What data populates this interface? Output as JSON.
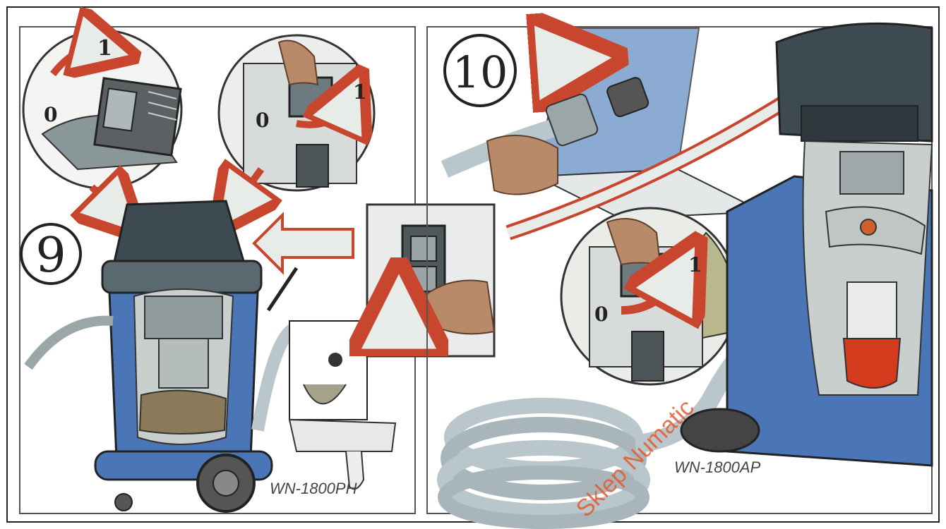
{
  "step_left": {
    "number": "9",
    "switch_on_label": "1",
    "switch_off_label": "0",
    "model_label": "WN-1800PH"
  },
  "step_right": {
    "number": "10",
    "switch_on_label": "1",
    "switch_off_label": "0",
    "model_label": "WN-1800AP"
  },
  "watermark": "Sklep Numatic",
  "colors": {
    "arrow_red": "#c8452e",
    "arrow_fill": "#e8ece8",
    "machine_blue": "#4a76b8",
    "machine_dark": "#3d4a52",
    "panel_border": "#222222",
    "skin": "#b98a6a",
    "hose": "#b9c6cc"
  }
}
